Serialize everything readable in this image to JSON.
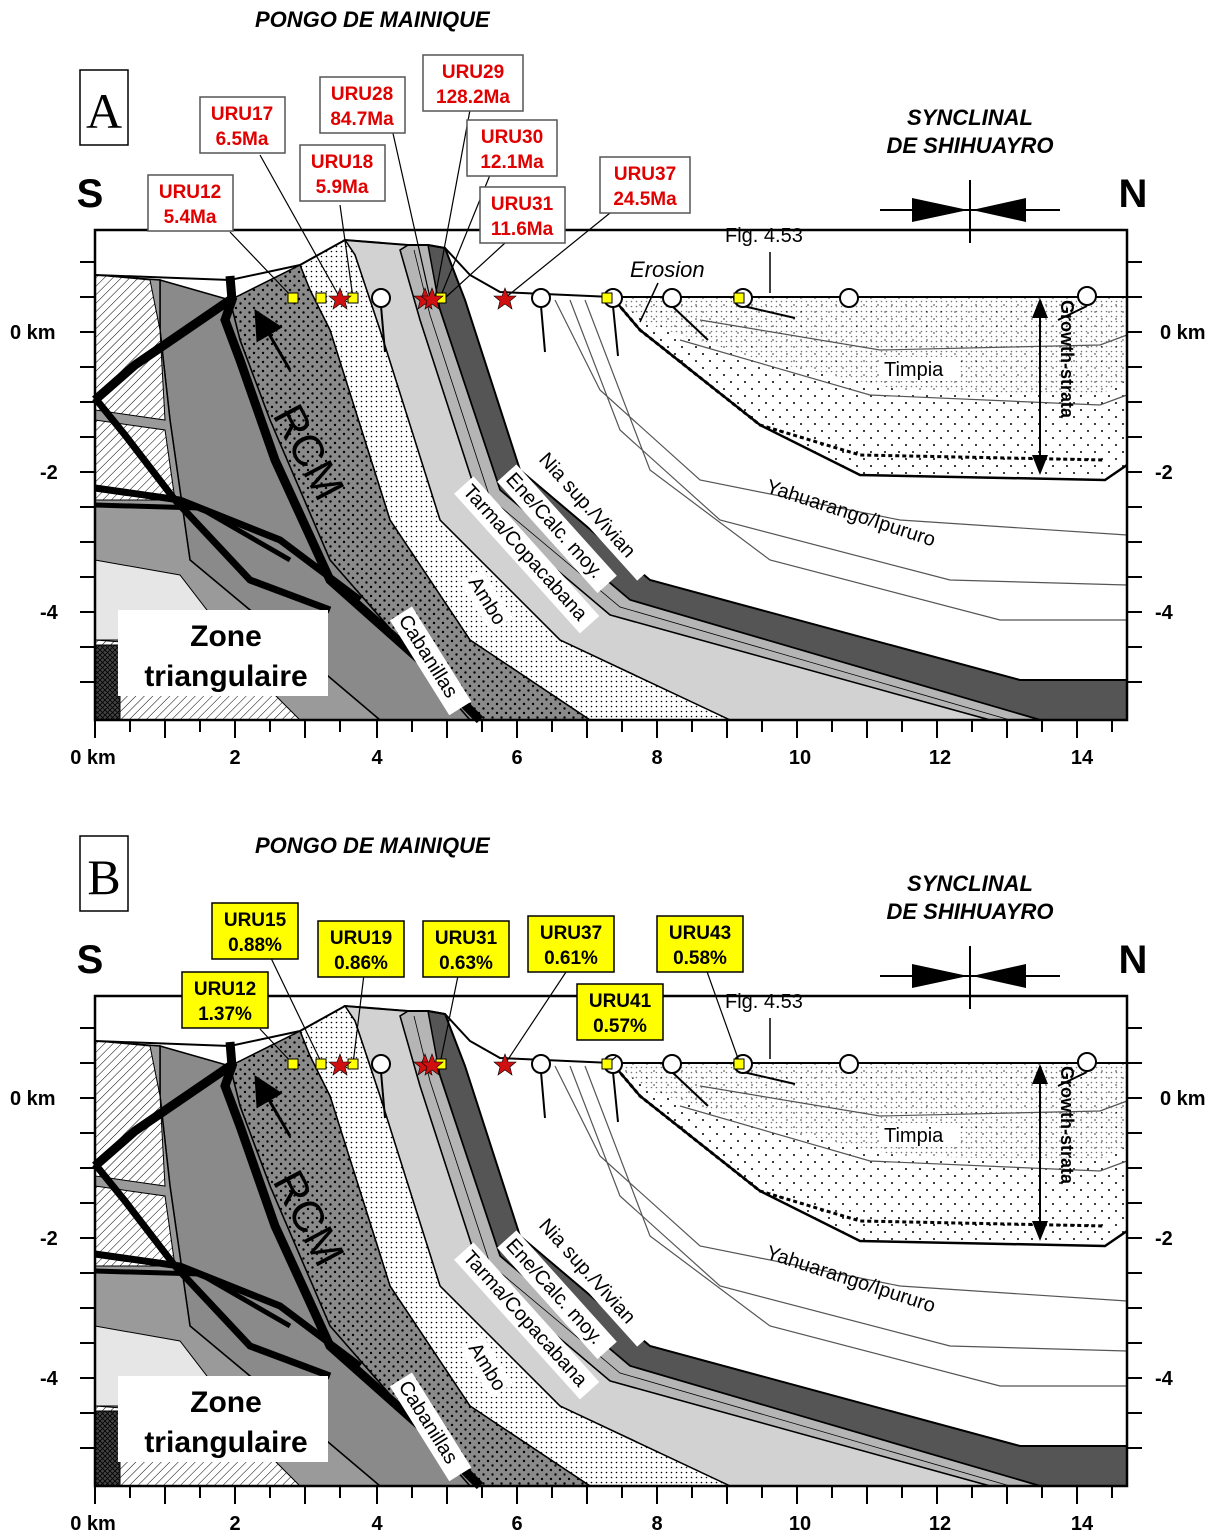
{
  "panels": [
    {
      "letter": "A",
      "title": "PONGO DE MAINIQUE",
      "syncline": [
        "SYNCLINAL",
        "DE SHIHUAYRO"
      ],
      "south": "S",
      "north": "N",
      "fig_ref": "Fig. 4.53",
      "erosion": "Erosion",
      "growth": "Growth-strata",
      "samples": [
        {
          "name": "URU12",
          "value": "5.4Ma"
        },
        {
          "name": "URU17",
          "value": "6.5Ma"
        },
        {
          "name": "URU18",
          "value": "5.9Ma"
        },
        {
          "name": "URU28",
          "value": "84.7Ma"
        },
        {
          "name": "URU29",
          "value": "128.2Ma"
        },
        {
          "name": "URU30",
          "value": "12.1Ma"
        },
        {
          "name": "URU31",
          "value": "11.6Ma"
        },
        {
          "name": "URU37",
          "value": "24.5Ma"
        }
      ]
    },
    {
      "letter": "B",
      "title": "PONGO DE MAINIQUE",
      "syncline": [
        "SYNCLINAL",
        "DE SHIHUAYRO"
      ],
      "south": "S",
      "north": "N",
      "fig_ref": "Fig. 4.53",
      "growth": "Growth-strata",
      "samples": [
        {
          "name": "URU12",
          "value": "1.37%"
        },
        {
          "name": "URU15",
          "value": "0.88%"
        },
        {
          "name": "URU19",
          "value": "0.86%"
        },
        {
          "name": "URU31",
          "value": "0.63%"
        },
        {
          "name": "URU37",
          "value": "0.61%"
        },
        {
          "name": "URU41",
          "value": "0.57%"
        },
        {
          "name": "URU43",
          "value": "0.58%"
        }
      ]
    }
  ],
  "formations": {
    "nia": "Nia sup./Vivian",
    "ene": "Ene/Calc. moy.",
    "tarma": "Tarma/Copacabana",
    "ambo": "Ambo",
    "cabanillas": "Cabanillas",
    "yahuarango": "Yahuarango/Ipururo",
    "timpia": "Timpia",
    "rcm": "RCM",
    "zone1": "Zone",
    "zone2": "triangulaire"
  },
  "axes": {
    "y_labels": [
      "0 km",
      "-2",
      "-4"
    ],
    "x_labels": [
      "0 km",
      "2",
      "4",
      "6",
      "8",
      "10",
      "12",
      "14"
    ]
  },
  "colors": {
    "red_label": "#e00000",
    "yellow_label": "#ffff00",
    "dark_grey": "#555555",
    "mid_grey": "#8a8a8a",
    "light_grey": "#d2d2d2"
  }
}
